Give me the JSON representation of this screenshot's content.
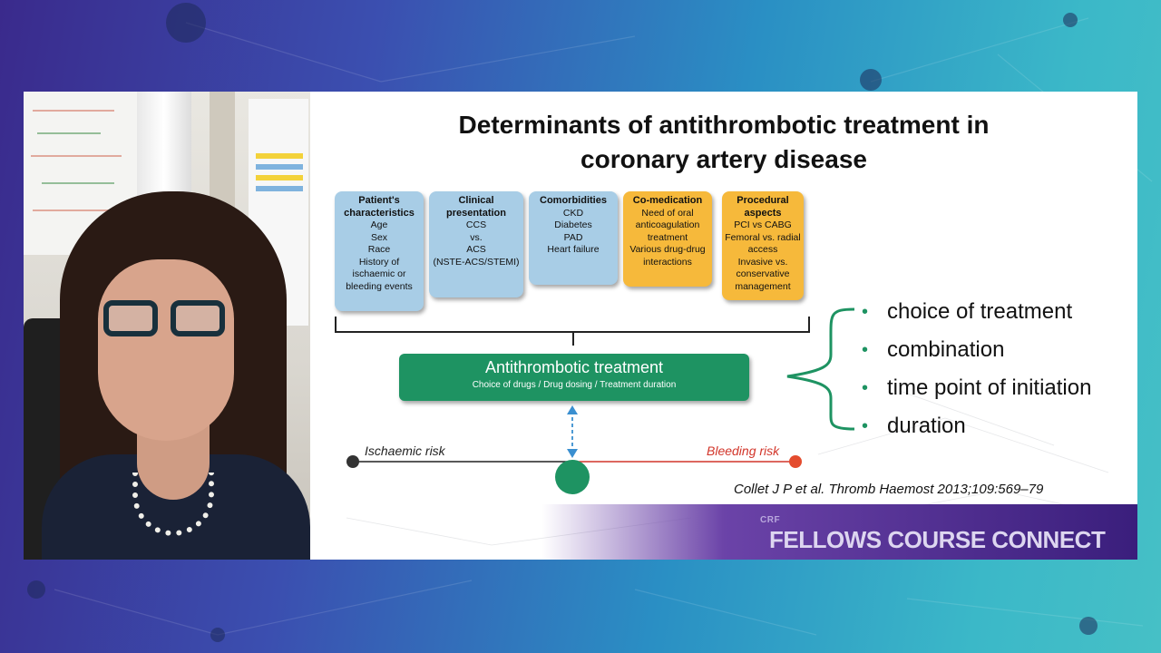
{
  "slide": {
    "title_line1": "Determinants of antithrombotic treatment in",
    "title_line2": "coronary artery disease",
    "boxes": [
      {
        "title": "Patient's characteristics",
        "lines": [
          "Age",
          "Sex",
          "Race",
          "History of ischaemic or bleeding events"
        ],
        "color": "#a8cde6"
      },
      {
        "title": "Clinical presentation",
        "lines": [
          "CCS",
          "vs.",
          "ACS",
          "(NSTE-ACS/STEMI)"
        ],
        "color": "#a8cde6"
      },
      {
        "title": "Comorbidities",
        "lines": [
          "CKD",
          "Diabetes",
          "PAD",
          "Heart failure"
        ],
        "color": "#a8cde6"
      },
      {
        "title": "Co-medication",
        "lines": [
          "Need of oral anticoagulation treatment",
          "Various drug-drug interactions"
        ],
        "color": "#f6b93b"
      },
      {
        "title": "Procedural aspects",
        "lines": [
          "PCI vs CABG",
          "Femoral vs. radial access",
          "Invasive vs. conservative management"
        ],
        "color": "#f6b93b"
      }
    ],
    "treatment": {
      "title": "Antithrombotic treatment",
      "subtitle": "Choice of drugs / Drug dosing / Treatment duration",
      "color": "#1e9362"
    },
    "risk_scale": {
      "left_label": "Ischaemic risk",
      "right_label": "Bleeding risk",
      "left_color": "#222222",
      "right_color": "#d2352a"
    },
    "bullets": [
      "choice of treatment",
      "combination",
      "time point of initiation",
      "duration"
    ],
    "bullet_symbol": "•",
    "citation": "Collet J P et al. Thromb Haemost 2013;109:569–79"
  },
  "banner": {
    "brand": "CRF",
    "course": "FELLOWS COURSE CONNECT"
  }
}
